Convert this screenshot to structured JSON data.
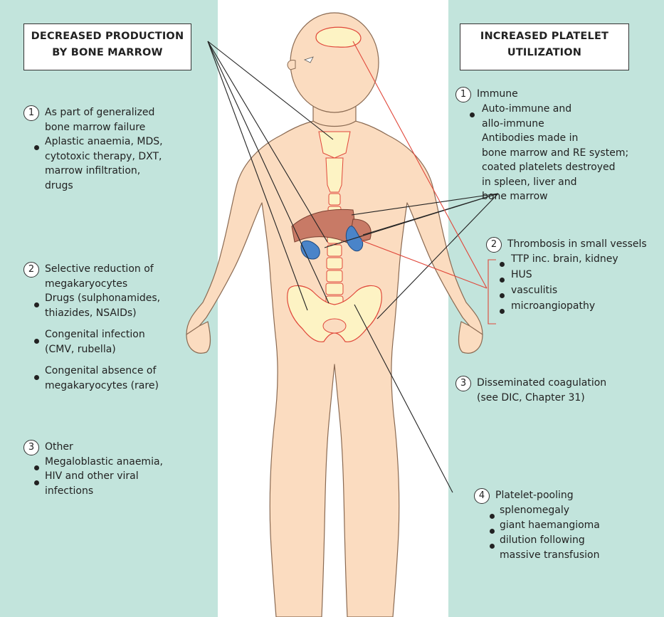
{
  "left": {
    "title": [
      "DECREASED PRODUCTION",
      "BY BONE MARROW"
    ],
    "items": [
      {
        "number": "1",
        "heading": [
          "As part of generalized",
          "bone marrow failure"
        ],
        "bullets": [
          [
            "Aplastic anaemia, MDS,",
            "cytotoxic therapy, DXT,",
            "marrow infiltration,",
            "drugs"
          ]
        ]
      },
      {
        "number": "2",
        "heading": [
          "Selective reduction of",
          "megakaryocytes"
        ],
        "bullets": [
          [
            "Drugs (sulphonamides,",
            "thiazides, NSAIDs)"
          ],
          [
            "Congenital infection",
            "(CMV, rubella)"
          ],
          [
            "Congenital absence of",
            "megakaryocytes (rare)"
          ]
        ]
      },
      {
        "number": "3",
        "heading": [
          "Other"
        ],
        "bullets": [
          [
            "Megaloblastic anaemia,"
          ],
          [
            "HIV and other viral",
            "infections"
          ]
        ]
      }
    ]
  },
  "right": {
    "title": [
      "INCREASED PLATELET",
      "UTILIZATION"
    ],
    "items": [
      {
        "number": "1",
        "heading": [
          "Immune"
        ],
        "bullets": [
          [
            "Auto-immune and",
            "allo-immune",
            "Antibodies made in",
            "bone marrow and RE system;",
            "coated platelets destroyed",
            "in spleen, liver and",
            "bone marrow"
          ]
        ]
      },
      {
        "number": "2",
        "heading": [
          "Thrombosis in small vessels"
        ],
        "bullets": [
          [
            "TTP inc. brain, kidney"
          ],
          [
            "HUS"
          ],
          [
            "vasculitis"
          ],
          [
            "microangiopathy"
          ]
        ]
      },
      {
        "number": "3",
        "heading": [
          "Disseminated coagulation",
          "(see DIC, Chapter 31)"
        ],
        "bullets": []
      },
      {
        "number": "4",
        "heading": [
          "Platelet-pooling"
        ],
        "bullets": [
          [
            "splenomegaly"
          ],
          [
            "giant haemangioma"
          ],
          [
            "dilution following",
            "massive transfusion"
          ]
        ]
      }
    ]
  },
  "colors": {
    "panel": "#c2e4dc",
    "skin": "#fbdcc0",
    "bone": "#fdf3c4",
    "bone_outline": "#e0473a",
    "liver": "#c87a66",
    "kidney": "#4a84c9",
    "connector_black": "#222222",
    "connector_red": "#e0473a"
  }
}
